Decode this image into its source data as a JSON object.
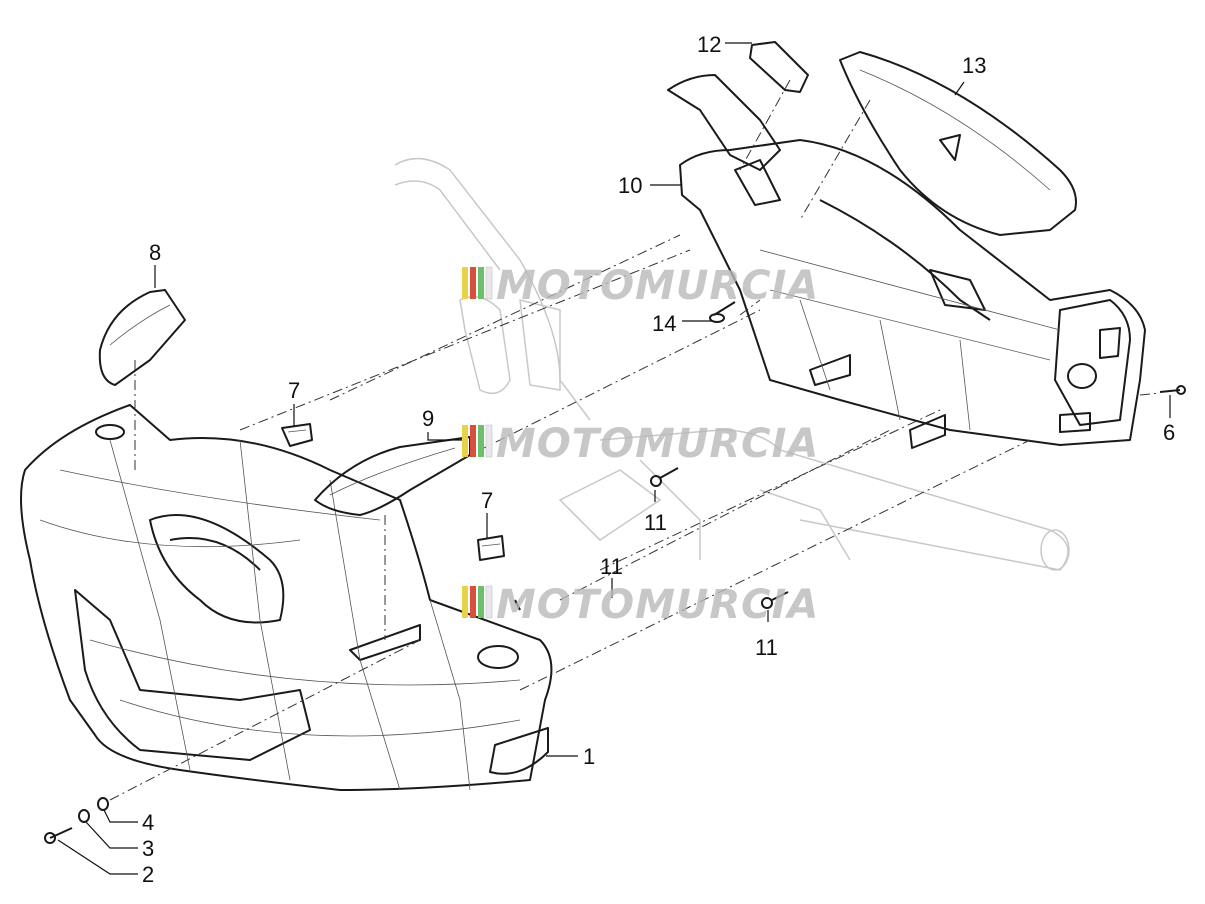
{
  "diagram": {
    "part_labels": [
      "1",
      "2",
      "3",
      "4",
      "6",
      "7",
      "7",
      "8",
      "9",
      "10",
      "11",
      "11",
      "11",
      "12",
      "13",
      "14"
    ],
    "watermark": "MOTOMURCIA",
    "watermark_stripe_colors": [
      "#e8d24a",
      "#d8503c",
      "#6cc06a",
      "#e8e8e8"
    ]
  }
}
